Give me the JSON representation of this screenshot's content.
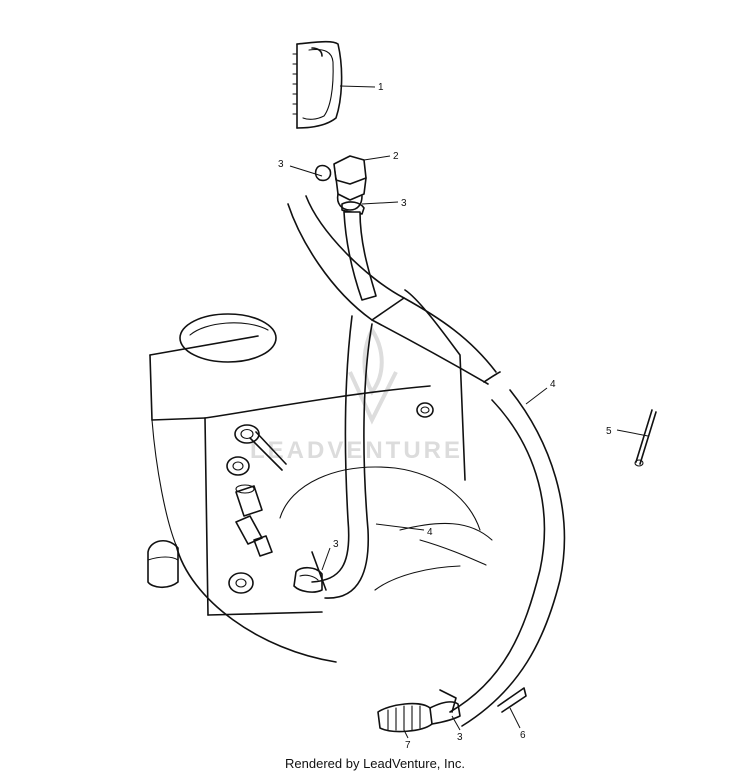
{
  "watermark": {
    "text": "LEADVENTURE"
  },
  "callouts": [
    "1",
    "2",
    "3",
    "3",
    "4",
    "4",
    "3",
    "5",
    "7",
    "3",
    "6"
  ],
  "footer": {
    "text": "Rendered by LeadVenture, Inc."
  }
}
